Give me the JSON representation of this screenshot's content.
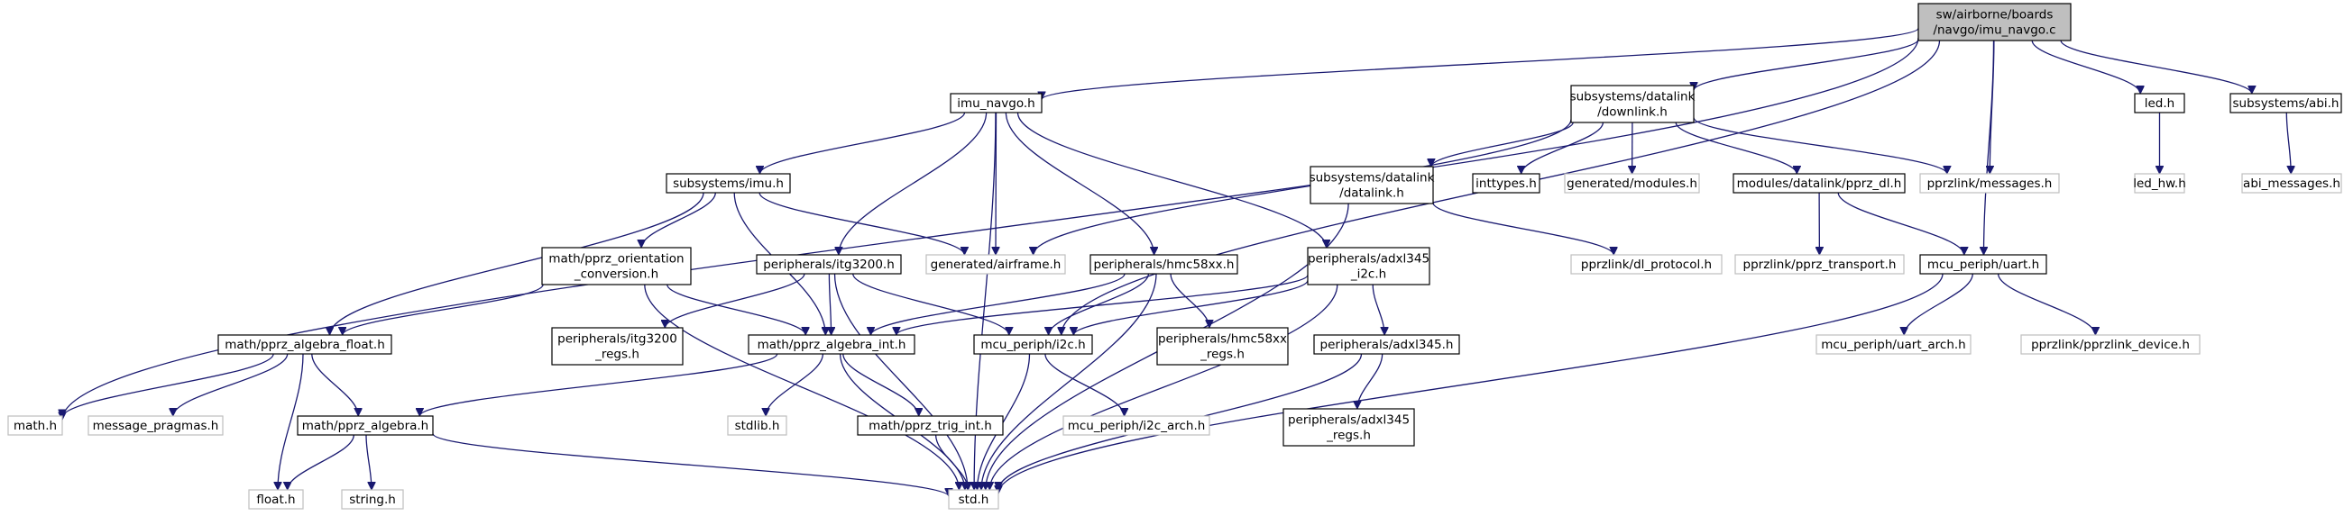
{
  "colors": {
    "root_fill": "#bfbfbf",
    "node_fill": "#ffffff",
    "node_border": "#000000",
    "external_border": "#bfbfbf",
    "edge": "#191970"
  },
  "nodes": [
    {
      "id": "root",
      "kind": "root",
      "lines": [
        "sw/airborne/boards",
        "/navgo/imu_navgo.c"
      ]
    },
    {
      "id": "imu_navgo_h",
      "kind": "file",
      "lines": [
        "imu_navgo.h"
      ]
    },
    {
      "id": "downlink_h",
      "kind": "file",
      "lines": [
        "subsystems/datalink",
        "/downlink.h"
      ]
    },
    {
      "id": "led_h",
      "kind": "file",
      "lines": [
        "led.h"
      ]
    },
    {
      "id": "abi_h",
      "kind": "file",
      "lines": [
        "subsystems/abi.h"
      ]
    },
    {
      "id": "imu_h",
      "kind": "file",
      "lines": [
        "subsystems/imu.h"
      ]
    },
    {
      "id": "datalink_h",
      "kind": "file",
      "lines": [
        "subsystems/datalink",
        "/datalink.h"
      ]
    },
    {
      "id": "inttypes_h",
      "kind": "file",
      "lines": [
        "inttypes.h"
      ]
    },
    {
      "id": "modules_h",
      "kind": "external",
      "lines": [
        "generated/modules.h"
      ]
    },
    {
      "id": "pprz_dl_h",
      "kind": "file",
      "lines": [
        "modules/datalink/pprz_dl.h"
      ]
    },
    {
      "id": "messages_h",
      "kind": "external",
      "lines": [
        "pprzlink/messages.h"
      ]
    },
    {
      "id": "led_hw_h",
      "kind": "external",
      "lines": [
        "led_hw.h"
      ]
    },
    {
      "id": "abi_messages_h",
      "kind": "external",
      "lines": [
        "abi_messages.h"
      ]
    },
    {
      "id": "orient_h",
      "kind": "file",
      "lines": [
        "math/pprz_orientation",
        "_conversion.h"
      ]
    },
    {
      "id": "itg3200_h",
      "kind": "file",
      "lines": [
        "peripherals/itg3200.h"
      ]
    },
    {
      "id": "airframe_h",
      "kind": "external",
      "lines": [
        "generated/airframe.h"
      ]
    },
    {
      "id": "hmc58xx_h",
      "kind": "file",
      "lines": [
        "peripherals/hmc58xx.h"
      ]
    },
    {
      "id": "adxl_i2c_h",
      "kind": "file",
      "lines": [
        "peripherals/adxl345",
        "_i2c.h"
      ]
    },
    {
      "id": "dl_protocol_h",
      "kind": "external",
      "lines": [
        "pprzlink/dl_protocol.h"
      ]
    },
    {
      "id": "pprz_transport_h",
      "kind": "external",
      "lines": [
        "pprzlink/pprz_transport.h"
      ]
    },
    {
      "id": "uart_h",
      "kind": "file",
      "lines": [
        "mcu_periph/uart.h"
      ]
    },
    {
      "id": "alg_float_h",
      "kind": "file",
      "lines": [
        "math/pprz_algebra_float.h"
      ]
    },
    {
      "id": "itg_regs_h",
      "kind": "file",
      "lines": [
        "peripherals/itg3200",
        "_regs.h"
      ]
    },
    {
      "id": "alg_int_h",
      "kind": "file",
      "lines": [
        "math/pprz_algebra_int.h"
      ]
    },
    {
      "id": "i2c_h",
      "kind": "file",
      "lines": [
        "mcu_periph/i2c.h"
      ]
    },
    {
      "id": "hmc_regs_h",
      "kind": "file",
      "lines": [
        "peripherals/hmc58xx",
        "_regs.h"
      ]
    },
    {
      "id": "adxl345_h",
      "kind": "file",
      "lines": [
        "peripherals/adxl345.h"
      ]
    },
    {
      "id": "uart_arch_h",
      "kind": "external",
      "lines": [
        "mcu_periph/uart_arch.h"
      ]
    },
    {
      "id": "pprzlink_device_h",
      "kind": "external",
      "lines": [
        "pprzlink/pprzlink_device.h"
      ]
    },
    {
      "id": "math_h",
      "kind": "external",
      "lines": [
        "math.h"
      ]
    },
    {
      "id": "msg_pragmas_h",
      "kind": "external",
      "lines": [
        "message_pragmas.h"
      ]
    },
    {
      "id": "alg_h",
      "kind": "file",
      "lines": [
        "math/pprz_algebra.h"
      ]
    },
    {
      "id": "stdlib_h",
      "kind": "external",
      "lines": [
        "stdlib.h"
      ]
    },
    {
      "id": "trig_int_h",
      "kind": "file",
      "lines": [
        "math/pprz_trig_int.h"
      ]
    },
    {
      "id": "i2c_arch_h",
      "kind": "external",
      "lines": [
        "mcu_periph/i2c_arch.h"
      ]
    },
    {
      "id": "adxl_regs_h",
      "kind": "file",
      "lines": [
        "peripherals/adxl345",
        "_regs.h"
      ]
    },
    {
      "id": "float_h",
      "kind": "external",
      "lines": [
        "float.h"
      ]
    },
    {
      "id": "string_h",
      "kind": "external",
      "lines": [
        "string.h"
      ]
    },
    {
      "id": "std_h",
      "kind": "external",
      "lines": [
        "std.h"
      ]
    }
  ],
  "edges": [
    {
      "from": "root",
      "to": "imu_navgo_h"
    },
    {
      "from": "root",
      "to": "downlink_h"
    },
    {
      "from": "root",
      "to": "led_h"
    },
    {
      "from": "root",
      "to": "abi_h"
    },
    {
      "from": "root",
      "to": "messages_h"
    },
    {
      "from": "root",
      "to": "uart_h"
    },
    {
      "from": "root",
      "to": "i2c_h"
    },
    {
      "from": "root",
      "to": "math_h"
    },
    {
      "from": "imu_navgo_h",
      "to": "imu_h"
    },
    {
      "from": "imu_navgo_h",
      "to": "airframe_h"
    },
    {
      "from": "imu_navgo_h",
      "to": "itg3200_h"
    },
    {
      "from": "imu_navgo_h",
      "to": "hmc58xx_h"
    },
    {
      "from": "imu_navgo_h",
      "to": "adxl_i2c_h"
    },
    {
      "from": "imu_navgo_h",
      "to": "std_h"
    },
    {
      "from": "downlink_h",
      "to": "datalink_h"
    },
    {
      "from": "downlink_h",
      "to": "inttypes_h"
    },
    {
      "from": "downlink_h",
      "to": "modules_h"
    },
    {
      "from": "downlink_h",
      "to": "pprz_dl_h"
    },
    {
      "from": "downlink_h",
      "to": "messages_h"
    },
    {
      "from": "downlink_h",
      "to": "airframe_h"
    },
    {
      "from": "led_h",
      "to": "led_hw_h"
    },
    {
      "from": "abi_h",
      "to": "abi_messages_h"
    },
    {
      "from": "imu_h",
      "to": "orient_h"
    },
    {
      "from": "imu_h",
      "to": "alg_float_h"
    },
    {
      "from": "imu_h",
      "to": "alg_int_h"
    },
    {
      "from": "imu_h",
      "to": "airframe_h"
    },
    {
      "from": "datalink_h",
      "to": "dl_protocol_h"
    },
    {
      "from": "datalink_h",
      "to": "std_h"
    },
    {
      "from": "pprz_dl_h",
      "to": "pprz_transport_h"
    },
    {
      "from": "pprz_dl_h",
      "to": "uart_h"
    },
    {
      "from": "orient_h",
      "to": "alg_float_h"
    },
    {
      "from": "orient_h",
      "to": "alg_int_h"
    },
    {
      "from": "orient_h",
      "to": "std_h"
    },
    {
      "from": "itg3200_h",
      "to": "itg_regs_h"
    },
    {
      "from": "itg3200_h",
      "to": "alg_int_h"
    },
    {
      "from": "itg3200_h",
      "to": "i2c_h"
    },
    {
      "from": "itg3200_h",
      "to": "std_h"
    },
    {
      "from": "hmc58xx_h",
      "to": "alg_int_h"
    },
    {
      "from": "hmc58xx_h",
      "to": "i2c_h"
    },
    {
      "from": "hmc58xx_h",
      "to": "hmc_regs_h"
    },
    {
      "from": "hmc58xx_h",
      "to": "std_h"
    },
    {
      "from": "adxl_i2c_h",
      "to": "alg_int_h"
    },
    {
      "from": "adxl_i2c_h",
      "to": "i2c_h"
    },
    {
      "from": "adxl_i2c_h",
      "to": "adxl345_h"
    },
    {
      "from": "adxl_i2c_h",
      "to": "std_h"
    },
    {
      "from": "uart_h",
      "to": "uart_arch_h"
    },
    {
      "from": "uart_h",
      "to": "pprzlink_device_h"
    },
    {
      "from": "uart_h",
      "to": "std_h"
    },
    {
      "from": "alg_float_h",
      "to": "math_h"
    },
    {
      "from": "alg_float_h",
      "to": "msg_pragmas_h"
    },
    {
      "from": "alg_float_h",
      "to": "alg_h"
    },
    {
      "from": "alg_float_h",
      "to": "float_h"
    },
    {
      "from": "alg_int_h",
      "to": "alg_h"
    },
    {
      "from": "alg_int_h",
      "to": "stdlib_h"
    },
    {
      "from": "alg_int_h",
      "to": "trig_int_h"
    },
    {
      "from": "alg_int_h",
      "to": "std_h"
    },
    {
      "from": "i2c_h",
      "to": "i2c_arch_h"
    },
    {
      "from": "i2c_h",
      "to": "std_h"
    },
    {
      "from": "adxl345_h",
      "to": "adxl_regs_h"
    },
    {
      "from": "adxl345_h",
      "to": "std_h"
    },
    {
      "from": "alg_h",
      "to": "float_h"
    },
    {
      "from": "alg_h",
      "to": "string_h"
    },
    {
      "from": "alg_h",
      "to": "std_h"
    },
    {
      "from": "trig_int_h",
      "to": "std_h"
    }
  ]
}
